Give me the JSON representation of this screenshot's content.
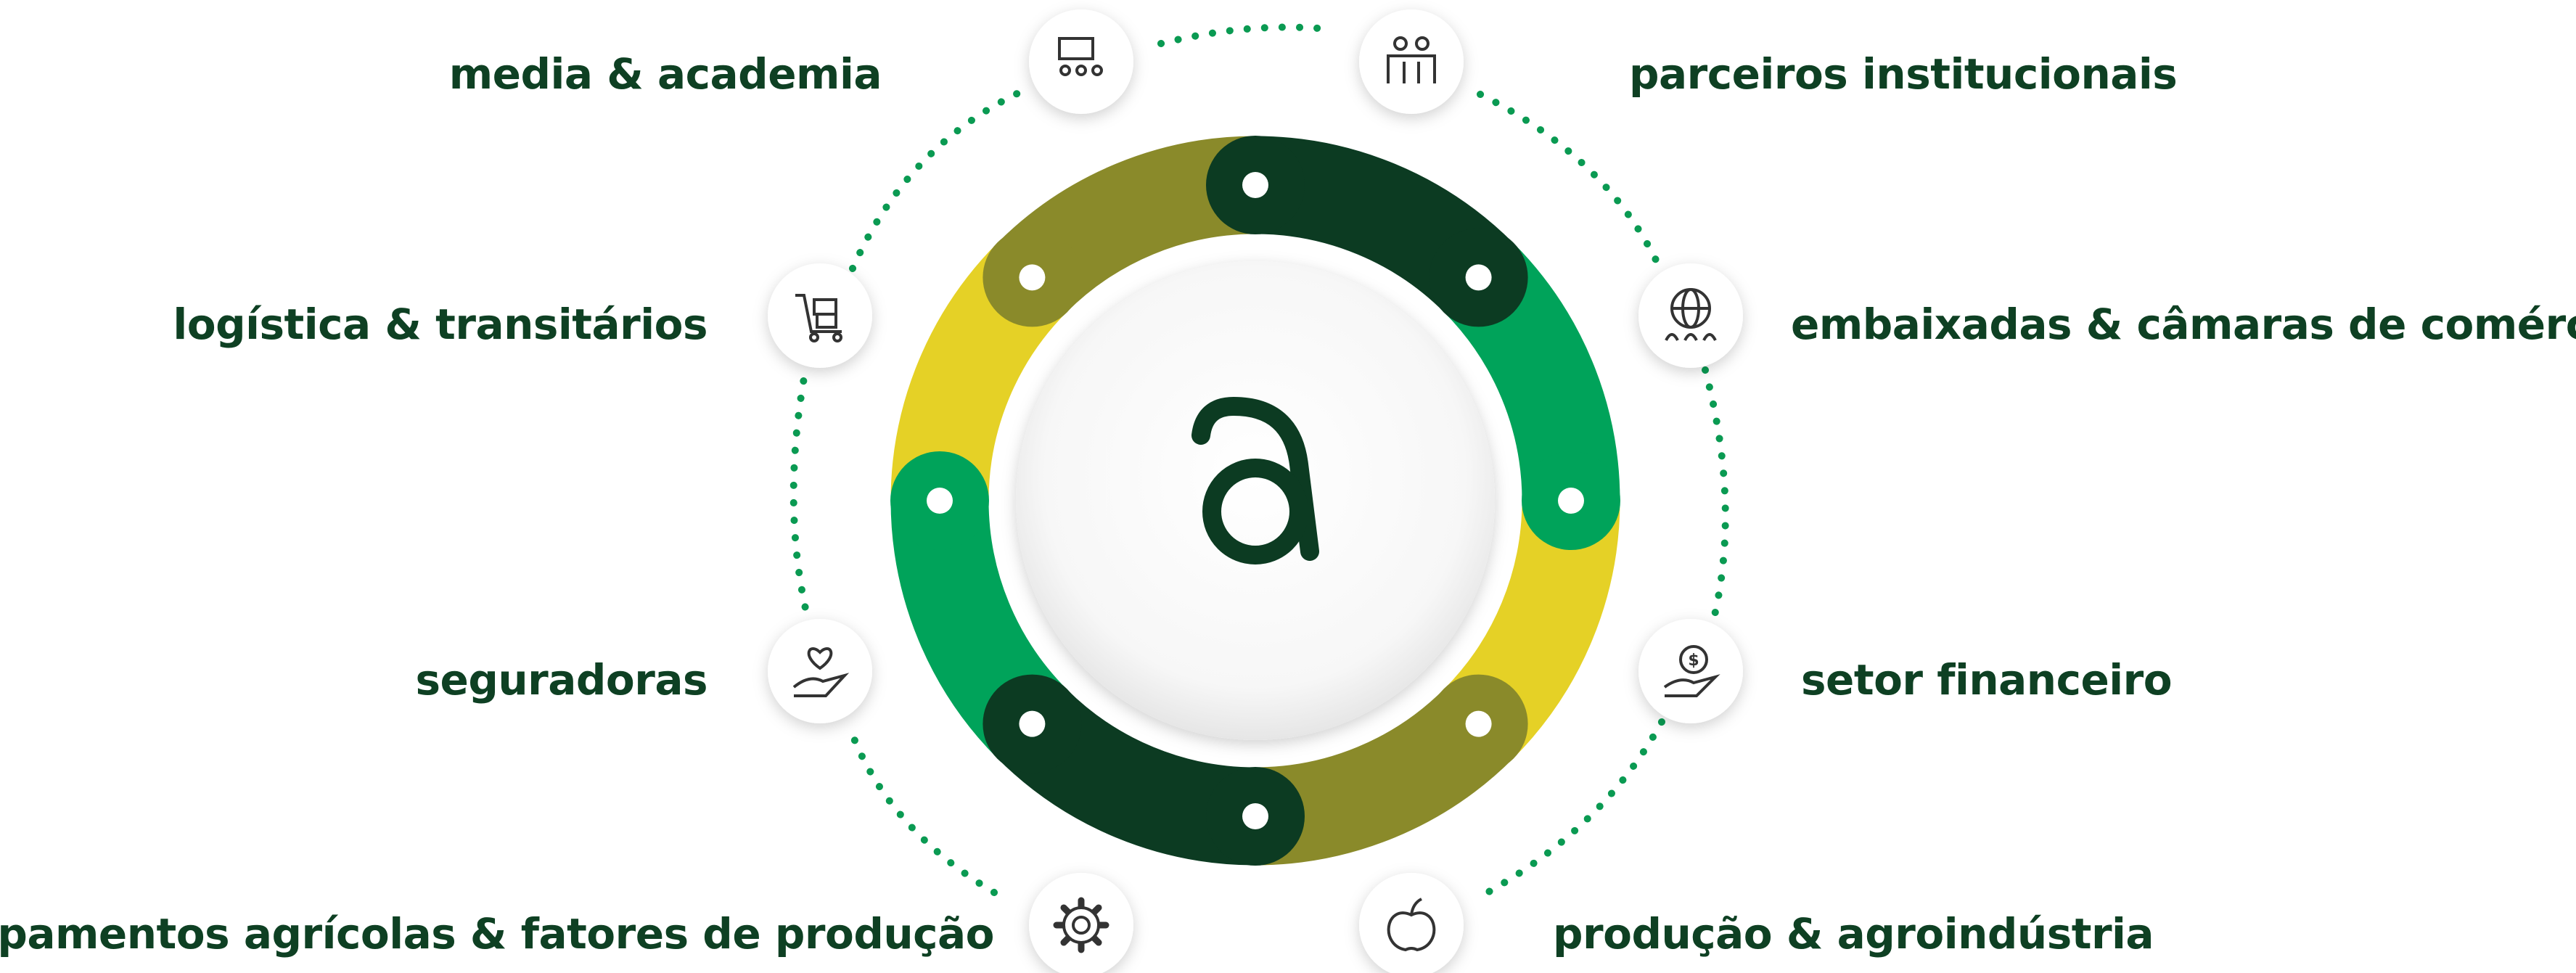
{
  "diagram": {
    "center_logo": "a",
    "stakeholders": [
      {
        "id": "media",
        "label": "media & academia",
        "icon": "presentation-icon",
        "side": "left"
      },
      {
        "id": "logistica",
        "label": "logística & transitários",
        "icon": "cart-boxes-icon",
        "side": "left"
      },
      {
        "id": "seguradoras",
        "label": "seguradoras",
        "icon": "heart-hand-icon",
        "side": "left"
      },
      {
        "id": "equipamentos",
        "label": "equipamentos agrícolas & fatores de produção",
        "icon": "gear-icon",
        "side": "left"
      },
      {
        "id": "parceiros",
        "label": "parceiros institucionais",
        "icon": "people-group-icon",
        "side": "right"
      },
      {
        "id": "embaixadas",
        "label": "embaixadas & câmaras de comércio",
        "icon": "globe-people-icon",
        "side": "right"
      },
      {
        "id": "financeiro",
        "label": "setor financeiro",
        "icon": "money-hand-icon",
        "side": "right"
      },
      {
        "id": "producao",
        "label": "produção & agroindústria",
        "icon": "apple-icon",
        "side": "right"
      }
    ],
    "colors": {
      "dark_green": "#0c3b22",
      "green": "#00a35a",
      "olive": "#8a8a2a",
      "yellow": "#e5d126",
      "dots": "#0a9a52",
      "text": "#0e4023"
    }
  }
}
